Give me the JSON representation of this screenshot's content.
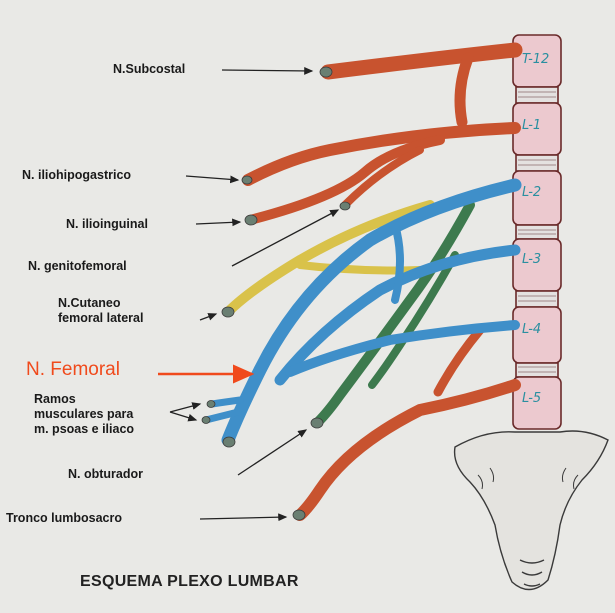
{
  "labels": {
    "subcostal": "N.Subcostal",
    "iliohipogastrico": "N. iliohipogastrico",
    "ilioinguinal": "N. ilioinguinal",
    "genitofemoral": "N. genitofemoral",
    "cutaneo": "N.Cutaneo\nfemoral lateral",
    "femoral": "N. Femoral",
    "ramos": "Ramos\nmusculares para\nm. psoas e iliaco",
    "obturador": "N. obturador",
    "tronco": "Tronco lumbosacro"
  },
  "vertebrae": [
    "T-12",
    "L-1",
    "L-2",
    "L-3",
    "L-4",
    "L-5"
  ],
  "footer_title": "ESQUEMA PLEXO LUMBAR",
  "colors": {
    "orange_nerve": "#c8532f",
    "blue_nerve": "#3f8fc9",
    "green_nerve": "#3d7a4e",
    "yellow_nerve": "#d9c24a",
    "vertebra_fill": "#ecc9cf",
    "femoral_accent": "#f04a1c"
  }
}
